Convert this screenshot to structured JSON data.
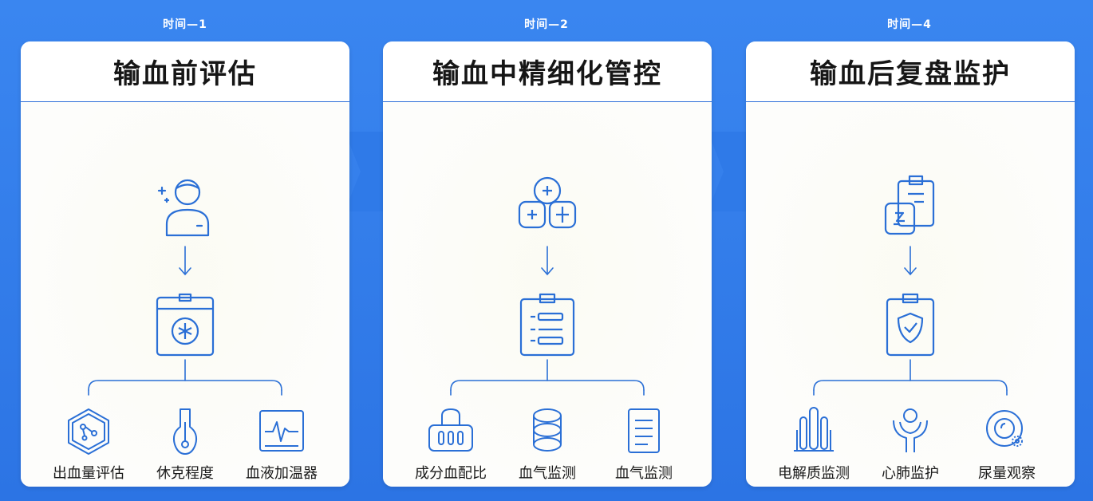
{
  "stages": [
    {
      "time": "时间—1",
      "title": "输血前评估",
      "top_icon": "person-icon",
      "mid_icon": "blood-box-icon",
      "items": [
        {
          "label": "出血量评估",
          "icon": "blood-cell-icon"
        },
        {
          "label": "休克程度",
          "icon": "thermometer-bulb-icon"
        },
        {
          "label": "血液加温器",
          "icon": "warmer-monitor-icon"
        }
      ]
    },
    {
      "time": "时间—2",
      "title": "输血中精细化管控",
      "top_icon": "medical-crosses-icon",
      "mid_icon": "clipboard-list-icon",
      "items": [
        {
          "label": "成分血配比",
          "icon": "blood-bag-icon"
        },
        {
          "label": "血气监测",
          "icon": "stacked-discs-icon"
        },
        {
          "label": "血气监测",
          "icon": "document-icon"
        }
      ]
    },
    {
      "time": "时间—4",
      "title": "输血后复盘监护",
      "top_icon": "clipboard-stack-icon",
      "mid_icon": "clipboard-shield-icon",
      "items": [
        {
          "label": "电解质监测",
          "icon": "test-tubes-icon"
        },
        {
          "label": "心肺监护",
          "icon": "heart-lung-icon"
        },
        {
          "label": "尿量观察",
          "icon": "urine-observe-icon"
        }
      ]
    }
  ],
  "colors": {
    "background": "#2f7ae8",
    "panel": "#fdfdfb",
    "icon_stroke": "#2a6fd6",
    "title_text": "#161616"
  }
}
